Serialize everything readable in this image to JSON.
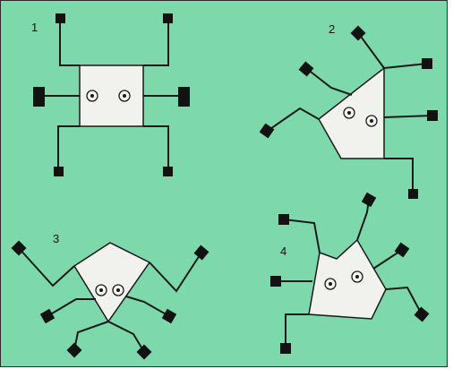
{
  "figures": [
    {
      "label": "1"
    },
    {
      "label": "2"
    },
    {
      "label": "3"
    },
    {
      "label": "4"
    }
  ],
  "colors": {
    "background": "#7dd9ac",
    "body_fill": "#f1f1ee",
    "line": "#1a1a1a",
    "foot": "#121212"
  }
}
